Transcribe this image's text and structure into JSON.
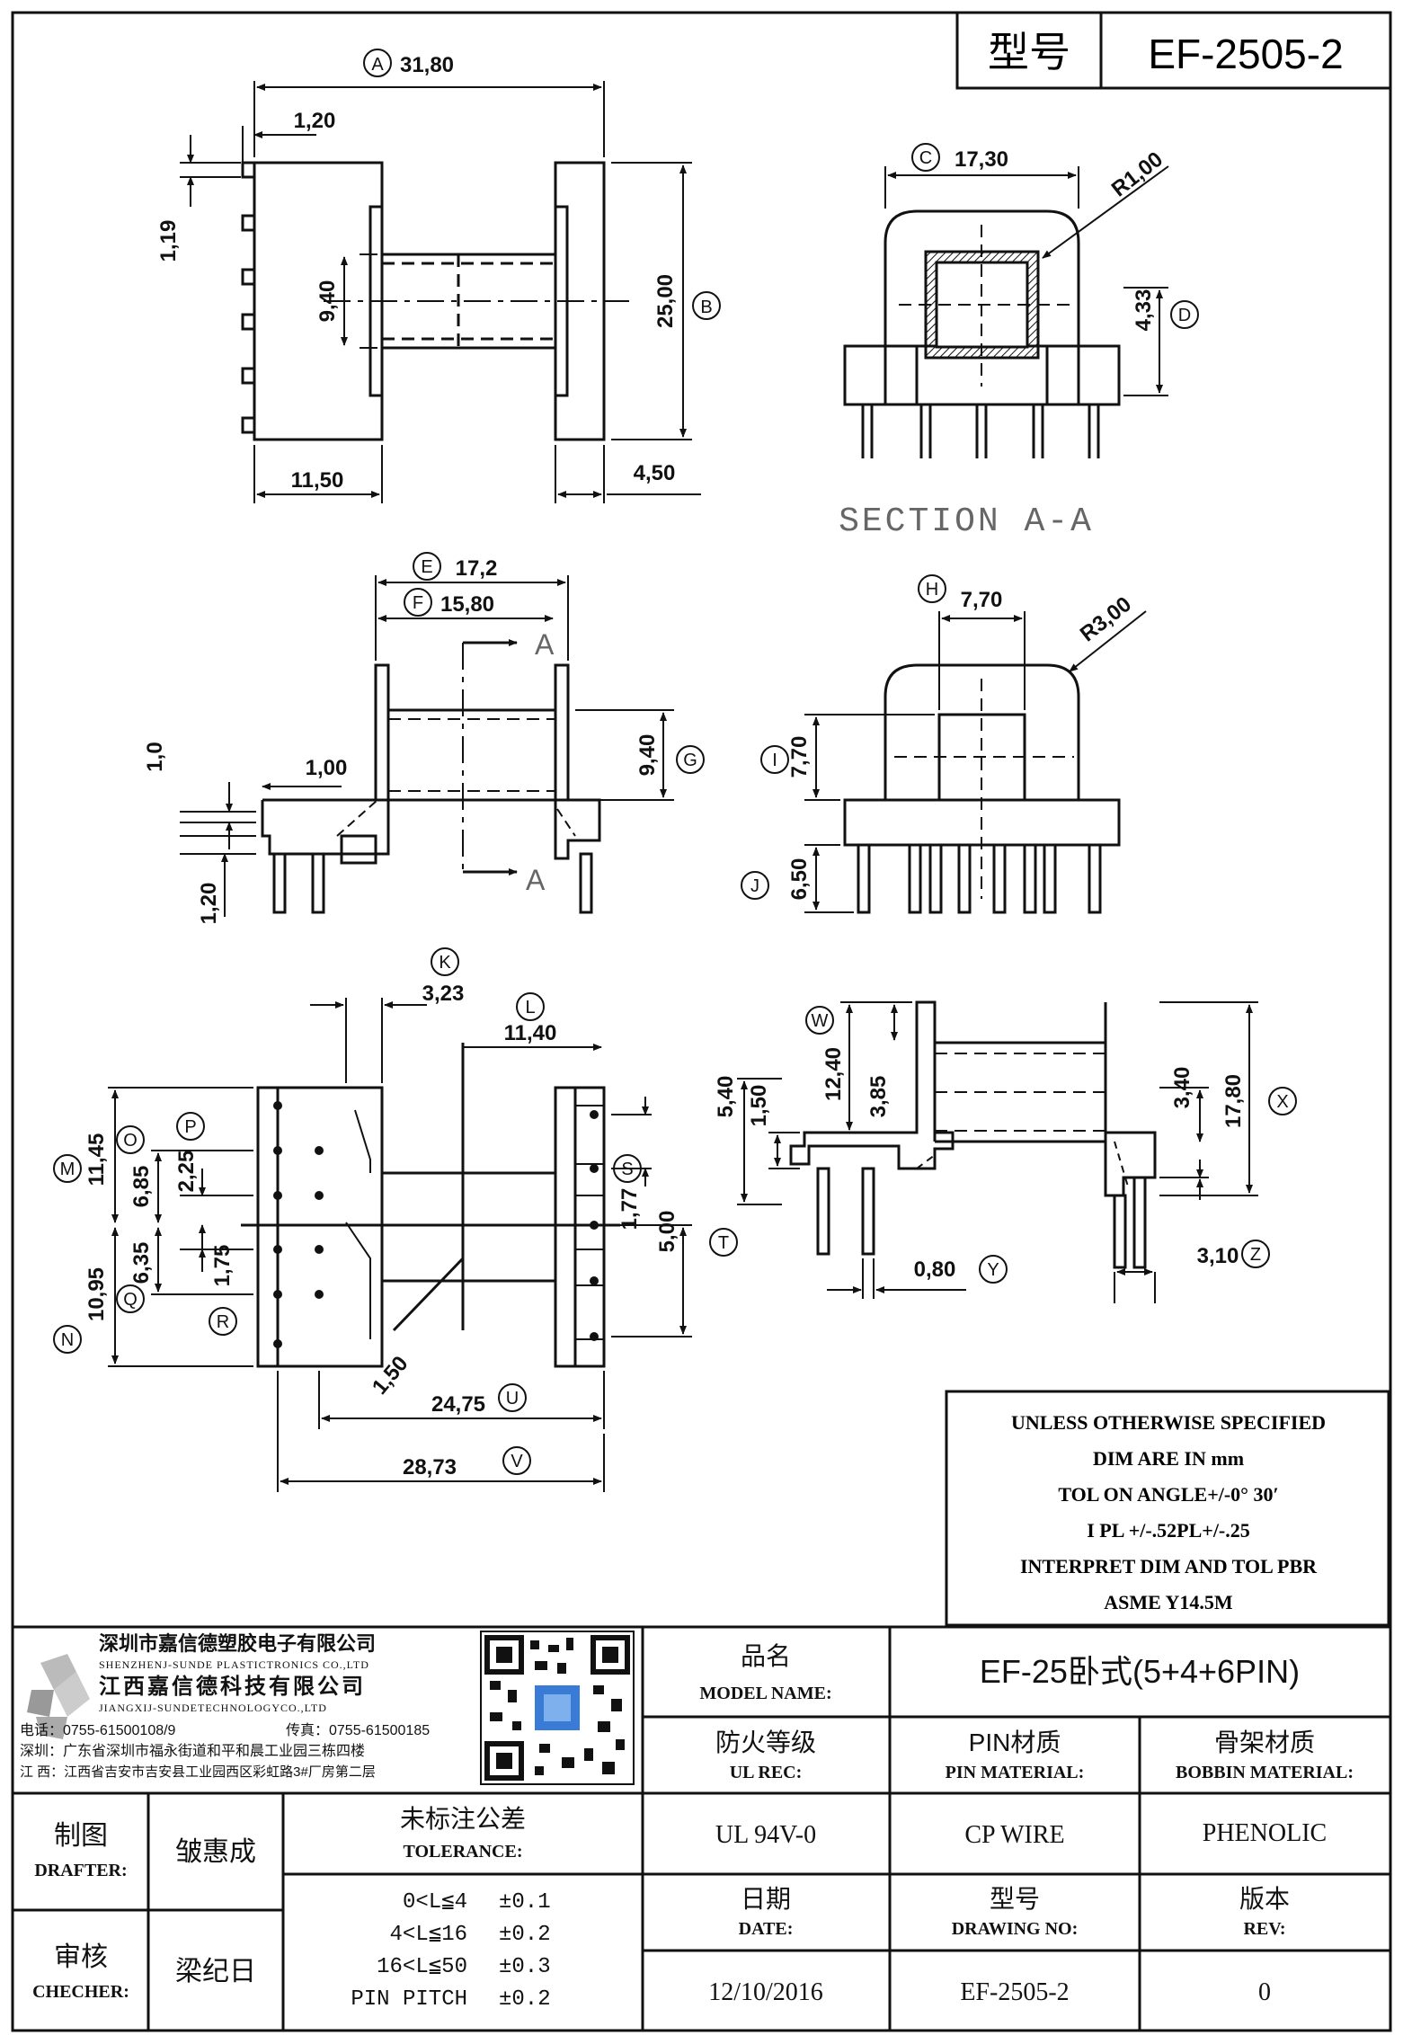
{
  "header": {
    "model_label": "型号",
    "model_value": "EF-2505-2"
  },
  "section_label": "SECTION A-A",
  "dimensions": {
    "A": {
      "letter": "A",
      "value": "31,80"
    },
    "B": {
      "letter": "B",
      "value": "25,00"
    },
    "C": {
      "letter": "C",
      "value": "17,30"
    },
    "D": {
      "letter": "D",
      "value": "4,33"
    },
    "E": {
      "letter": "E",
      "value": "17,2"
    },
    "F": {
      "letter": "F",
      "value": "15,80"
    },
    "G": {
      "letter": "G",
      "value": "9,40"
    },
    "H": {
      "letter": "H",
      "value": "7,70"
    },
    "I": {
      "letter": "I",
      "value": "7,70"
    },
    "J": {
      "letter": "J",
      "value": "6,50"
    },
    "K": {
      "letter": "K",
      "value": "3,23"
    },
    "L": {
      "letter": "L",
      "value": "11,40"
    },
    "M": {
      "letter": "M",
      "value": "11,45"
    },
    "N": {
      "letter": "N",
      "value": "10,95"
    },
    "O": {
      "letter": "O",
      "value": "6,85"
    },
    "P": {
      "letter": "P",
      "value": "2,25"
    },
    "Q": {
      "letter": "Q",
      "value": "6,35"
    },
    "R": {
      "letter": "R",
      "value": "1,75"
    },
    "S": {
      "letter": "S",
      "value": "1,77"
    },
    "T": {
      "letter": "T",
      "value": "5,00"
    },
    "U": {
      "letter": "U",
      "value": "24,75"
    },
    "V": {
      "letter": "V",
      "value": "28,73"
    },
    "W": {
      "letter": "W",
      "value": "12,40"
    },
    "X": {
      "letter": "X",
      "value": "17,80"
    },
    "Y": {
      "letter": "Y",
      "value": "0,80"
    },
    "Z": {
      "letter": "Z",
      "value": "3,10"
    }
  },
  "other_dims": {
    "d_1_20_top": "1,20",
    "d_1_19": "1,19",
    "d_9_40_top": "9,40",
    "d_11_50": "11,50",
    "d_4_50": "4,50",
    "d_r1": "R1,00",
    "d_r3": "R3,00",
    "d_1_0": "1,0",
    "d_1_00": "1,00",
    "d_1_20_side": "1,20",
    "d_1_50_b": "1,50",
    "d_5_40": "5,40",
    "d_1_50_r": "1,50",
    "d_3_85": "3,85",
    "d_3_40": "3,40",
    "arrow_a": "A"
  },
  "notes": [
    "UNLESS OTHERWISE SPECIFIED",
    "DIM ARE IN mm",
    "TOL ON ANGLE+/-0° 30′",
    "I PL +/-.52PL+/-.25",
    "INTERPRET DIM AND TOL PBR",
    "ASME Y14.5M"
  ],
  "company": {
    "name_cn_1": "深圳市嘉信德塑胶电子有限公司",
    "name_en_1": "SHENZHENJ-SUNDE PLASTICTRONICS CO.,LTD",
    "name_cn_2": "江西嘉信德科技有限公司",
    "name_en_2": "JIANGXIJ-SUNDETECHNOLOGYCO.,LTD",
    "phone": "电话：0755-61500108/9",
    "fax": "传真：0755-61500185",
    "addr_sz": "深圳：广东省深圳市福永街道和平和晨工业园三栋四楼",
    "addr_jx": "江 西：江西省吉安市吉安县工业园西区彩虹路3#厂房第二层"
  },
  "title_block": {
    "model_name_cn": "品名",
    "model_name_en": "MODEL NAME:",
    "model_name_value": "EF-25卧式(5+4+6PIN)",
    "ul_cn": "防火等级",
    "ul_en": "UL REC:",
    "pin_cn": "PIN材质",
    "pin_en": "PIN MATERIAL:",
    "bobbin_cn": "骨架材质",
    "bobbin_en": "BOBBIN MATERIAL:",
    "ul_value": "UL 94V-0",
    "pin_value": "CP WIRE",
    "bobbin_value": "PHENOLIC",
    "date_cn": "日期",
    "date_en": "DATE:",
    "drawing_cn": "型号",
    "drawing_en": "DRAWING NO:",
    "rev_cn": "版本",
    "rev_en": "REV:",
    "date_value": "12/10/2016",
    "drawing_value": "EF-2505-2",
    "rev_value": "0",
    "drafter_cn": "制图",
    "drafter_en": "DRAFTER:",
    "drafter_name": "皱惠成",
    "checker_cn": "审核",
    "checker_en": "CHECHER:",
    "checker_name": "梁纪日",
    "tol_cn": "未标注公差",
    "tol_en": "TOLERANCE:",
    "tol_rows": [
      {
        "range": "0<L≦4",
        "value": "±0.1"
      },
      {
        "range": "4<L≦16",
        "value": "±0.2"
      },
      {
        "range": "16<L≦50",
        "value": "±0.3"
      },
      {
        "range": "PIN PITCH",
        "value": "±0.2"
      }
    ]
  }
}
